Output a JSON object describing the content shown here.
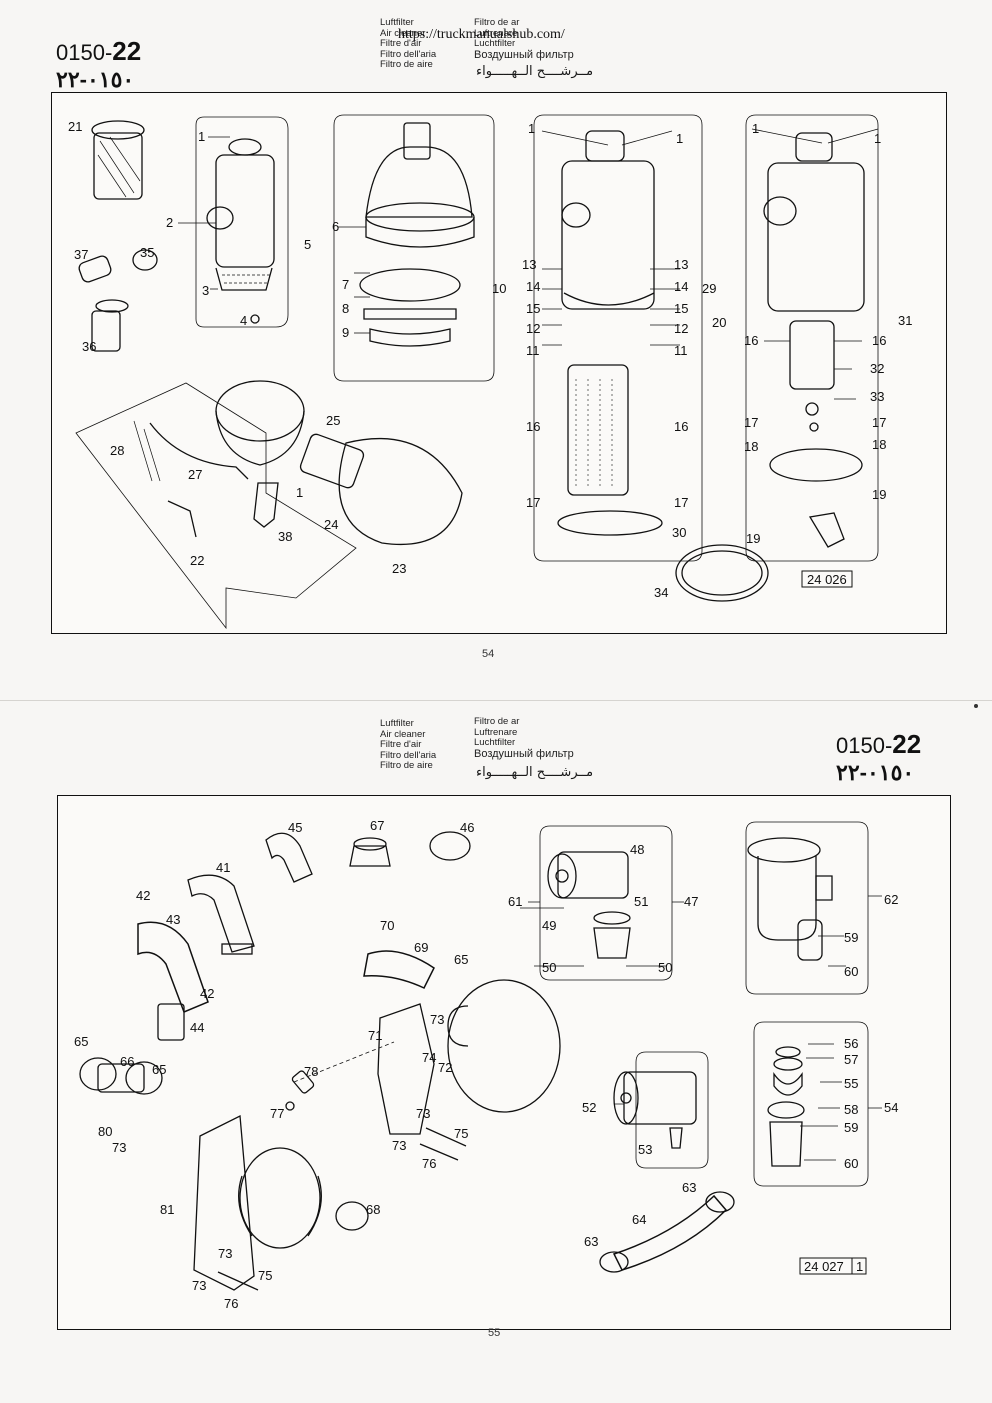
{
  "watermark": "https://truckmanualshub.com/",
  "header": {
    "lang_left": [
      "Luftfilter",
      "Air cleaner",
      "Filtre d'air",
      "Filtro dell'aria",
      "Filtro de aire"
    ],
    "lang_right": [
      "Filtro de ar",
      "Luftrenare",
      "Luchtfilter",
      "Воздушный фильтр"
    ],
    "arabic_title": "مــرشــــح الــهـــــواء",
    "group_prefix": "0150-",
    "group_num": "22",
    "group_arabic": "٠١٥٠-٢٢"
  },
  "page_a": {
    "page_number": "54",
    "ref_code": "24 026",
    "callouts": [
      "21",
      "1",
      "2",
      "3",
      "4",
      "37",
      "35",
      "36",
      "6",
      "5",
      "7",
      "8",
      "9",
      "1",
      "1",
      "13",
      "13",
      "10",
      "14",
      "14",
      "29",
      "15",
      "15",
      "12",
      "12",
      "11",
      "11",
      "1",
      "1",
      "20",
      "16",
      "16",
      "31",
      "32",
      "33",
      "17",
      "17",
      "18",
      "18",
      "19",
      "19",
      "16",
      "16",
      "17",
      "17",
      "30",
      "28",
      "27",
      "25",
      "1",
      "24",
      "38",
      "22",
      "23",
      "34"
    ]
  },
  "page_b": {
    "page_number": "55",
    "ref_code": "24 027",
    "ref_suffix": "1",
    "callouts": [
      "45",
      "67",
      "46",
      "41",
      "42",
      "43",
      "42",
      "44",
      "65",
      "66",
      "65",
      "80",
      "73",
      "70",
      "69",
      "65",
      "71",
      "73",
      "74",
      "72",
      "78",
      "77",
      "73",
      "73",
      "75",
      "76",
      "48",
      "61",
      "51",
      "47",
      "49",
      "50",
      "50",
      "62",
      "59",
      "60",
      "52",
      "53",
      "56",
      "57",
      "55",
      "58",
      "54",
      "59",
      "60",
      "81",
      "68",
      "73",
      "73",
      "75",
      "76",
      "63",
      "64",
      "63"
    ]
  }
}
